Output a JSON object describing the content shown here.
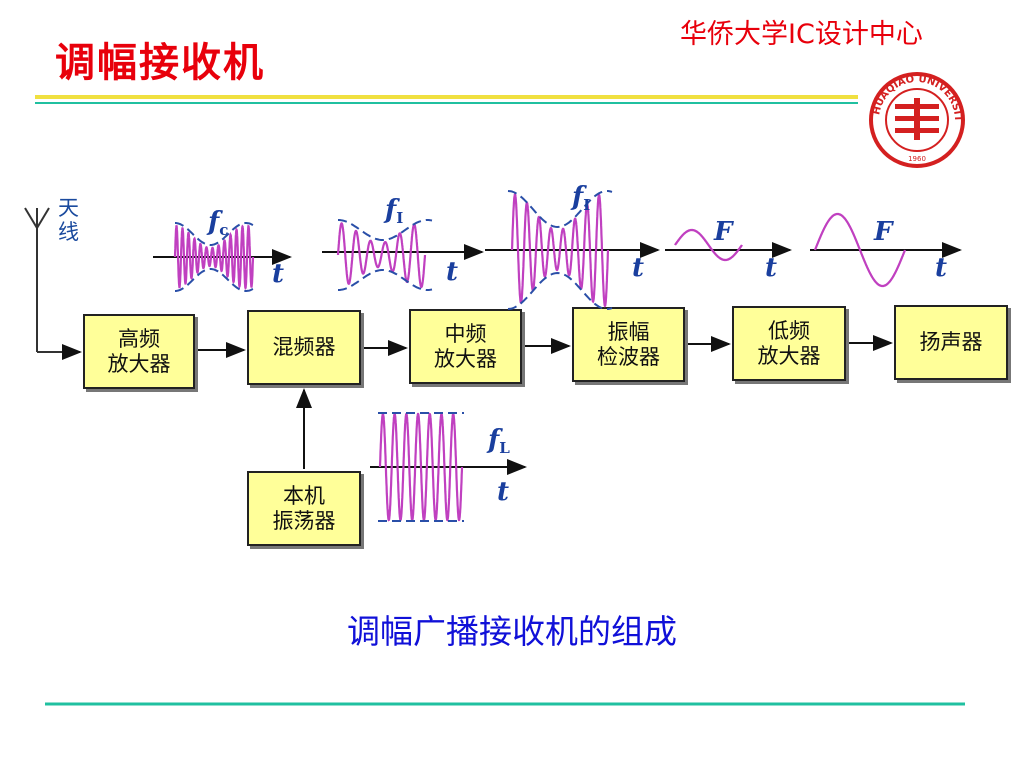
{
  "header": {
    "title": "调幅接收机",
    "org": "华侨大学IC设计中心"
  },
  "logo": {
    "name": "university-seal",
    "text": "HUAQIAO UNIVERSITY",
    "year": "1960"
  },
  "antenna_label": "天线",
  "blocks": {
    "rf_amp": [
      "高频",
      "放大器"
    ],
    "mixer": [
      "混频器"
    ],
    "if_amp": [
      "中频",
      "放大器"
    ],
    "detector": [
      "振幅",
      "检波器"
    ],
    "lf_amp": [
      "低频",
      "放大器"
    ],
    "speaker": [
      "扬声器"
    ],
    "local_osc": [
      "本机",
      "振荡器"
    ]
  },
  "signals": {
    "fc": "f",
    "fc_sub": "c",
    "fi": "f",
    "fi_sub": "I",
    "F": "F",
    "fl": "f",
    "fl_sub": "L",
    "t": "t"
  },
  "caption": "调幅广播接收机的组成",
  "colors": {
    "title": "#e8000b",
    "caption": "#1010d8",
    "box_fill": "#ffff99",
    "wave": "#c040c0",
    "envelope": "#2a4fa8",
    "rule_yellow": "#f0e040",
    "rule_teal": "#20c0a0"
  }
}
